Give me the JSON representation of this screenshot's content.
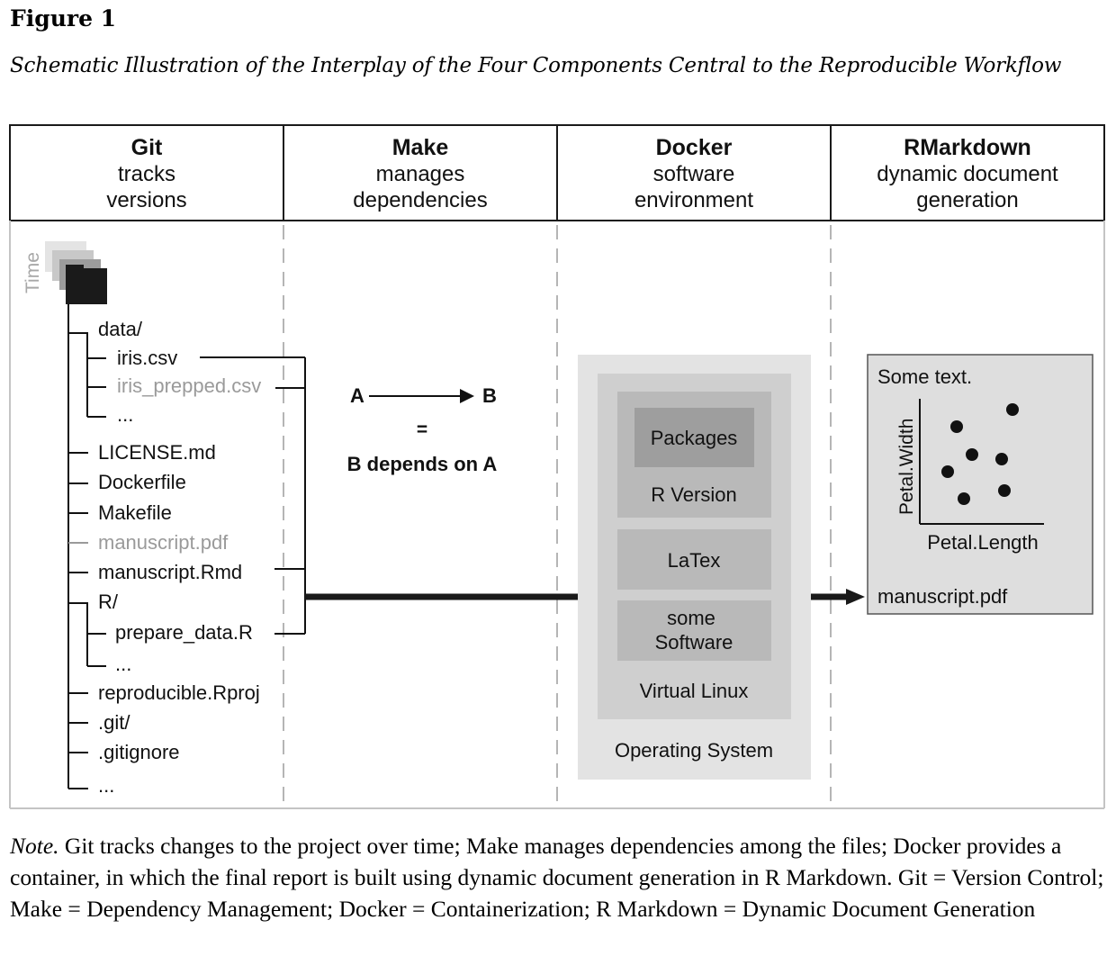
{
  "figure_label": "Figure 1",
  "figure_caption": "Schematic Illustration of the Interplay of the Four Components Central to the Reproducible Workflow",
  "columns": [
    {
      "name": "Git",
      "line1": "tracks",
      "line2": "versions"
    },
    {
      "name": "Make",
      "line1": "manages",
      "line2": "dependencies"
    },
    {
      "name": "Docker",
      "line1": "software",
      "line2": "environment"
    },
    {
      "name": "RMarkdown",
      "line1": "dynamic document",
      "line2": "generation"
    }
  ],
  "git": {
    "time_label": "Time",
    "tree": [
      {
        "label": "data/",
        "muted": false
      },
      {
        "label": "iris.csv",
        "muted": false
      },
      {
        "label": "iris_prepped.csv",
        "muted": true
      },
      {
        "label": "...",
        "muted": false
      },
      {
        "label": "LICENSE.md",
        "muted": false
      },
      {
        "label": "Dockerfile",
        "muted": false
      },
      {
        "label": "Makefile",
        "muted": false
      },
      {
        "label": "manuscript.pdf",
        "muted": true
      },
      {
        "label": "manuscript.Rmd",
        "muted": false
      },
      {
        "label": "R/",
        "muted": false
      },
      {
        "label": "prepare_data.R",
        "muted": false
      },
      {
        "label": "...",
        "muted": false
      },
      {
        "label": "reproducible.Rproj",
        "muted": false
      },
      {
        "label": ".git/",
        "muted": false
      },
      {
        "label": ".gitignore",
        "muted": false
      },
      {
        "label": "...",
        "muted": false
      }
    ]
  },
  "make": {
    "node_a": "A",
    "node_b": "B",
    "equals": "=",
    "explanation": "B depends on A"
  },
  "docker": {
    "packages": "Packages",
    "r_version": "R Version",
    "latex": "LaTex",
    "some_software_line1": "some",
    "some_software_line2": "Software",
    "virtual_linux": "Virtual Linux",
    "operating_system": "Operating System"
  },
  "rmarkdown": {
    "some_text": "Some text.",
    "y_axis": "Petal.Width",
    "x_axis": "Petal.Length",
    "output_file": "manuscript.pdf"
  },
  "note": {
    "label": "Note.",
    "text": " Git tracks changes to the project over time; Make manages dependencies among the files; Docker provides a container, in which the final report is built using dynamic document generation in R Markdown. Git = Version Control; Make = Dependency Management; Docker = Containerization; R Markdown = Dynamic Document Generation"
  },
  "colors": {
    "border": "#1a1a1a",
    "dashed": "#b5b5b5",
    "muted_text": "#9a9a9a",
    "docker_outer": "#e3e3e3",
    "docker_mid": "#cfcfcf",
    "docker_inner": "#b9b9b9",
    "docker_packages": "#9e9e9e",
    "rmd_panel": "#dedede"
  }
}
